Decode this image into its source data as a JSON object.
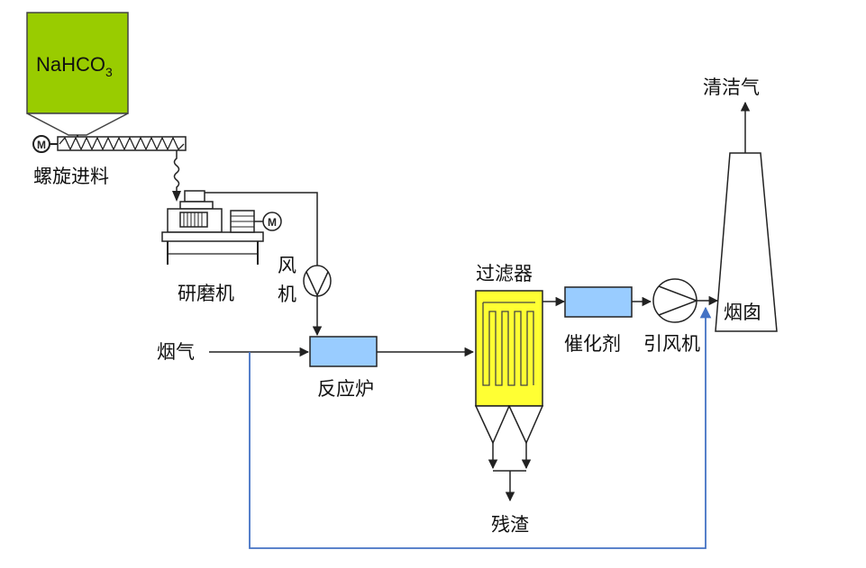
{
  "labels": {
    "hopper": "NaHCO",
    "hopper_subscript": "3",
    "screw_feed": "螺旋进料",
    "motor_mark": "M",
    "mill_motor_mark": "M",
    "grinder": "研磨机",
    "fan_char1": "风",
    "fan_char2": "机",
    "flue_gas": "烟气",
    "reactor": "反应炉",
    "filter": "过滤器",
    "catalyst": "催化剂",
    "induced_fan": "引风机",
    "chimney": "烟囱",
    "clean_gas": "清洁气",
    "residue": "残渣"
  },
  "colors": {
    "hopper_fill": "#99cc00",
    "reactor_fill": "#99ccff",
    "catalyst_fill": "#99ccff",
    "filter_fill": "#ffff33",
    "bypass_line": "#4472c4",
    "line": "#222222"
  }
}
